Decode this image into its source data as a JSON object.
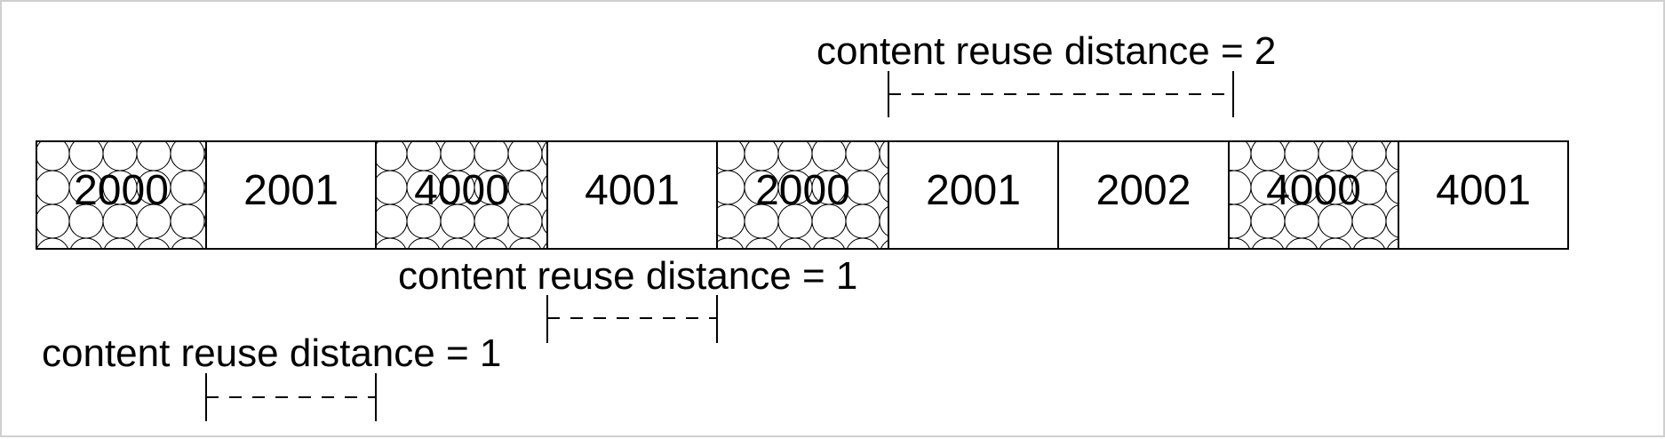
{
  "segments": [
    {
      "label": "2000",
      "pattern": "circles"
    },
    {
      "label": "2001",
      "pattern": "plain"
    },
    {
      "label": "4000",
      "pattern": "circles"
    },
    {
      "label": "4001",
      "pattern": "plain"
    },
    {
      "label": "2000",
      "pattern": "circles"
    },
    {
      "label": "2001",
      "pattern": "plain"
    },
    {
      "label": "2002",
      "pattern": "plain"
    },
    {
      "label": "4000",
      "pattern": "circles"
    },
    {
      "label": "4001",
      "pattern": "plain"
    }
  ],
  "annotations": [
    {
      "text": "content reuse distance = 2",
      "from_segment": 5,
      "to_segment": 7,
      "position": "above"
    },
    {
      "text": "content reuse distance = 1",
      "from_segment": 3,
      "to_segment": 4,
      "position": "below"
    },
    {
      "text": "content reuse distance = 1",
      "from_segment": 1,
      "to_segment": 2,
      "position": "below"
    }
  ],
  "colors": {
    "stroke": "#000000",
    "background": "#ffffff",
    "frame": "#cfcfcf"
  }
}
